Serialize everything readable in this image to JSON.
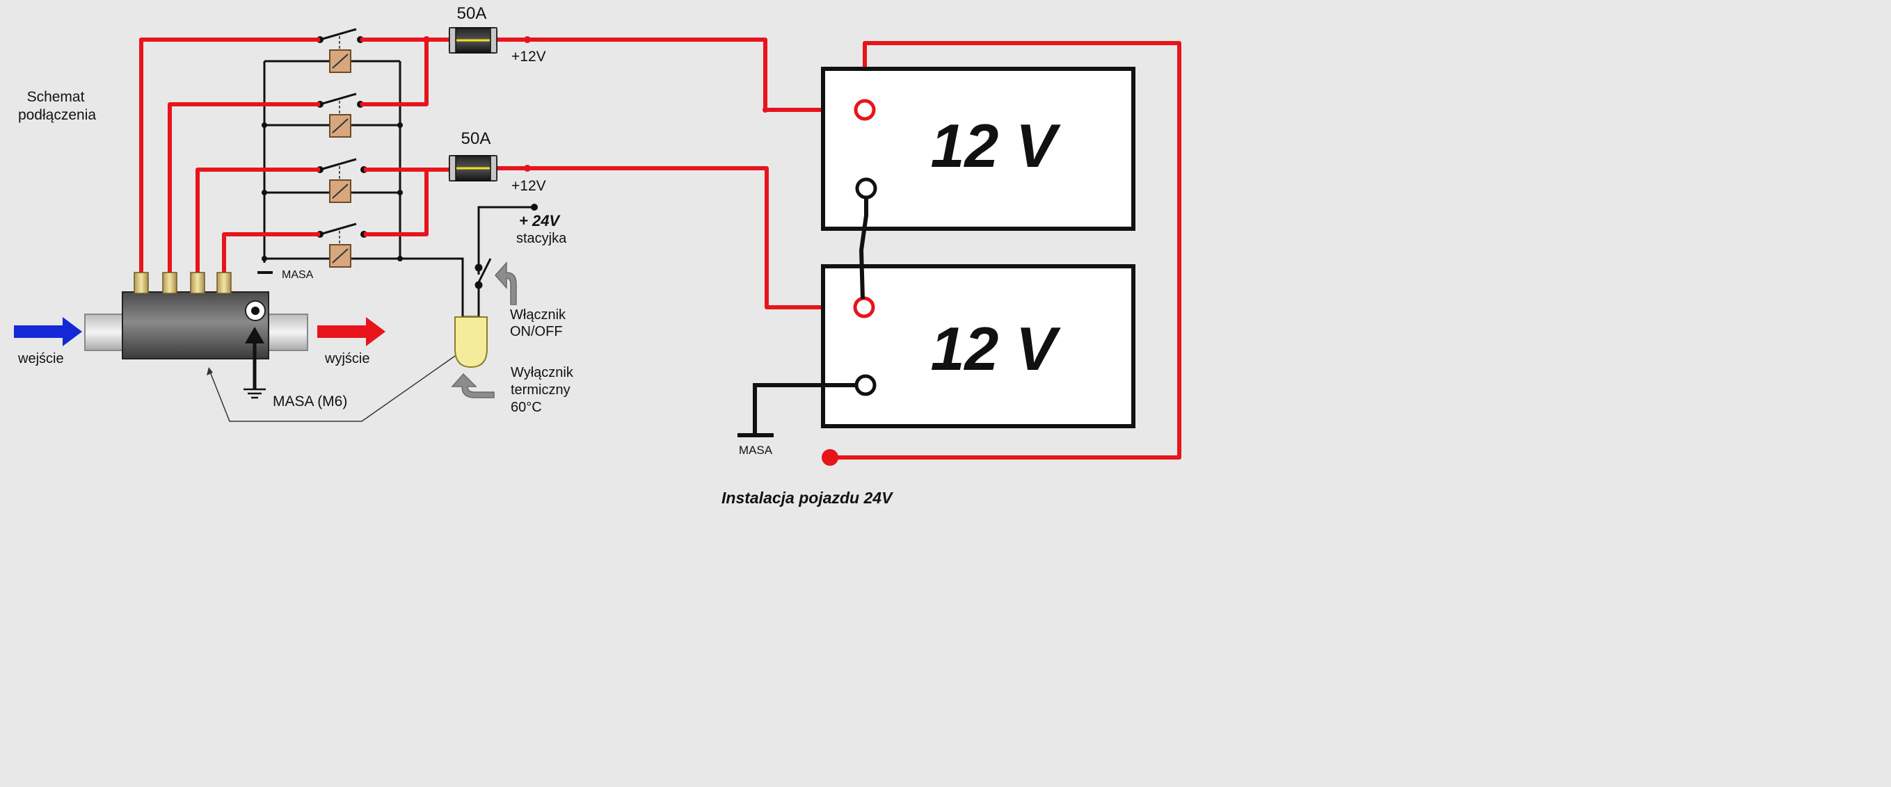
{
  "title": {
    "line1": "Schemat",
    "line2": "podłączenia"
  },
  "fuses": [
    {
      "rating": "50A",
      "voltage": "+12V"
    },
    {
      "rating": "50A",
      "voltage": "+12V"
    }
  ],
  "relay_ground_label": "MASA",
  "ignition": {
    "voltage": "+ 24V",
    "label": "stacyjka"
  },
  "switch_label": {
    "line1": "Włącznik",
    "line2": "ON/OFF"
  },
  "thermal_switch": {
    "line1": "Wyłącznik",
    "line2": "termiczny",
    "line3": "60°C"
  },
  "heater": {
    "input_label": "wejście",
    "output_label": "wyjście",
    "ground_label": "MASA (M6)"
  },
  "batteries": [
    {
      "voltage": "12 V"
    },
    {
      "voltage": "12 V"
    }
  ],
  "battery_ground_label": "MASA",
  "caption": "Instalacja pojazdu 24V",
  "colors": {
    "power_wire": "#e8141c",
    "ground_wire": "#111111",
    "input_arrow": "#1428d8",
    "output_arrow": "#e8141c",
    "background": "#e8e8e8",
    "relay_coil": "#d8a77e",
    "terminal": "#e8d7a0",
    "thermal_sensor": "#f4ec9a"
  },
  "icons": {
    "relay": "relay-switch-icon",
    "fuse": "fuse-icon",
    "ground": "ground-symbol-icon",
    "arrow": "curved-arrow-icon"
  }
}
